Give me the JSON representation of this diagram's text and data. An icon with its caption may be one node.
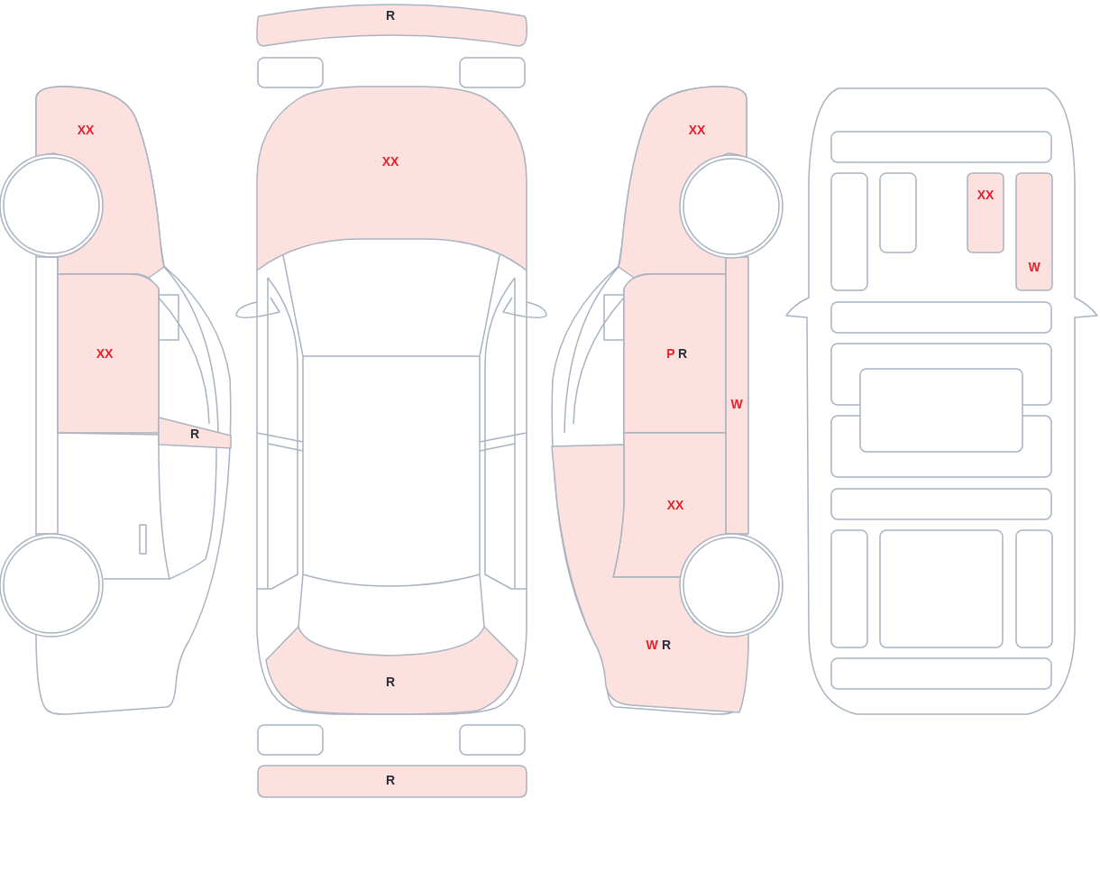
{
  "diagram": {
    "nodes": [
      {
        "text": [
          "R"
        ]
      },
      {
        "text": [
          "XX"
        ]
      },
      {
        "text": [
          "XX"
        ]
      },
      {
        "text": [
          "XX"
        ]
      },
      {
        "text": [
          "XX"
        ]
      },
      {
        "text": [
          "W"
        ]
      },
      {
        "text": [
          "XX"
        ]
      },
      {
        "text": [
          "R"
        ]
      },
      {
        "text": [
          "P",
          "R"
        ]
      },
      {
        "text": [
          "W"
        ]
      },
      {
        "text": [
          "XX"
        ]
      },
      {
        "text": [
          "W",
          "R"
        ]
      },
      {
        "text": [
          "R"
        ]
      },
      {
        "text": [
          "R"
        ]
      }
    ]
  }
}
